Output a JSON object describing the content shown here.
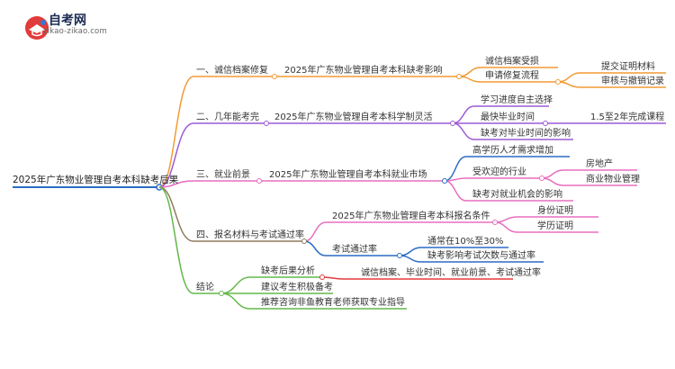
{
  "site": {
    "title": "自考网",
    "url": "zikao-zikao.com"
  },
  "mindmap": {
    "root": "2025年广东物业管理自考本科缺考后果",
    "branches": [
      {
        "label": "一、诚信档案修复",
        "color": "#f39a33",
        "sub": "2025年广东物业管理自考本科缺考影响",
        "leaves": [
          "诚信档案受损",
          "申请修复流程"
        ],
        "extra": [
          "提交证明材料",
          "审核与撤销记录"
        ]
      },
      {
        "label": "二、几年能考完",
        "color": "#9c5bd6",
        "sub": "2025年广东物业管理自考本科学制灵活",
        "leaves": [
          "学习进度自主选择",
          "最快毕业时间",
          "缺考对毕业时间的影响"
        ],
        "extra": [
          "1.5至2年完成课程"
        ]
      },
      {
        "label": "三、就业前景",
        "color": "#e86fbf",
        "sub": "2025年广东物业管理自考本科就业市场",
        "leaves": [
          "高学历人才需求增加",
          "受欢迎的行业",
          "缺考对就业机会的影响"
        ],
        "extra": [
          "房地产",
          "商业物业管理"
        ]
      },
      {
        "label": "四、报名材料与考试通过率",
        "color": "#8f7a5f",
        "sub": "2025年广东物业管理自考本科报名条件",
        "sub2": "考试通过率",
        "leaves": [
          "身份证明",
          "学历证明"
        ],
        "leaves2": [
          "通常在10%至30%",
          "缺考影响考试次数与通过率"
        ]
      },
      {
        "label": "结论",
        "color": "#63b84a",
        "items": [
          "缺考后果分析",
          "建议考生积极备考",
          "推荐咨询非鱼教育老师获取专业指导"
        ],
        "extra": "诚信档案、毕业时间、就业前景、考试通过率"
      }
    ]
  }
}
